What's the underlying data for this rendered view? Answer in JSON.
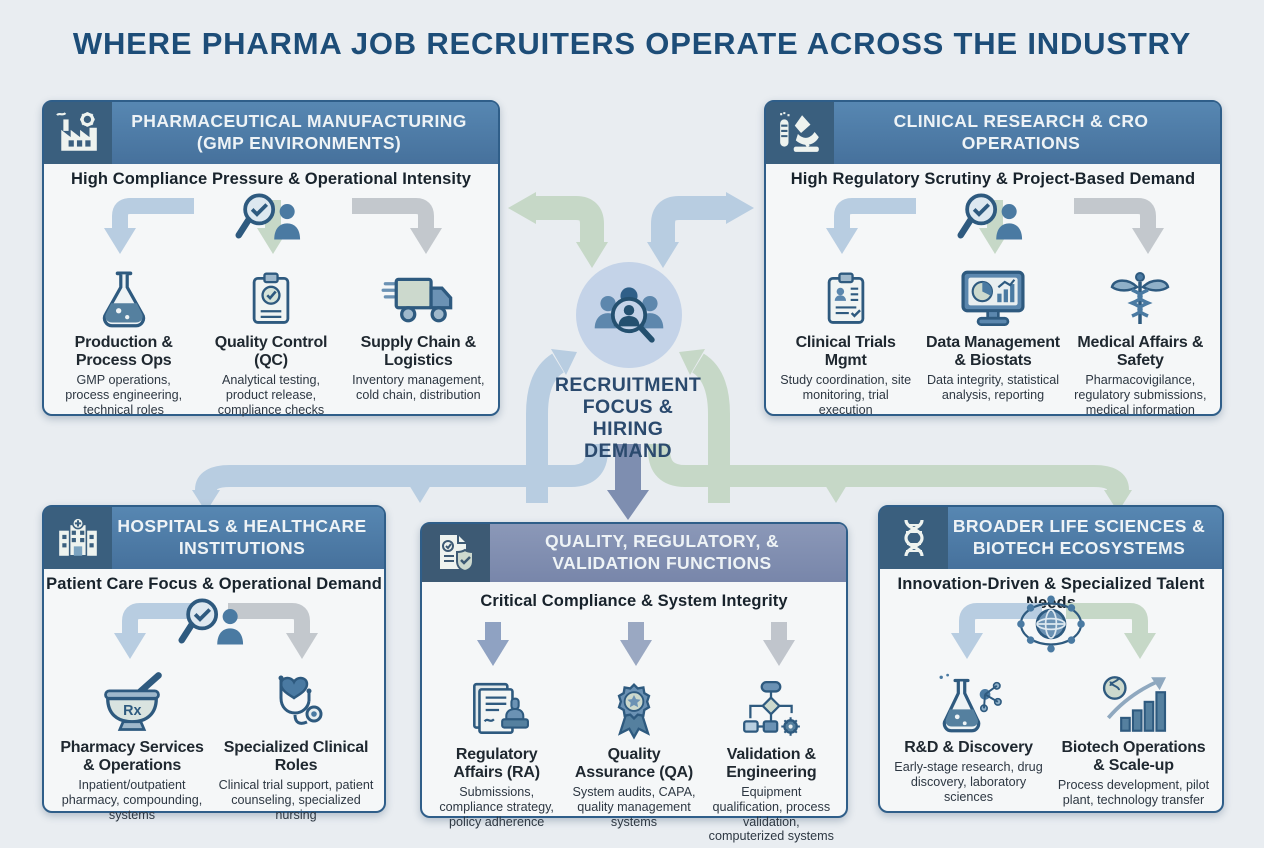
{
  "title": "WHERE PHARMA JOB RECRUITERS OPERATE ACROSS THE INDUSTRY",
  "colors": {
    "background": "#e9edf1",
    "title_text": "#1d4d78",
    "box_border": "#2f5e89",
    "header_blue": "#4d7aa5",
    "header_slate": "#8290b2",
    "icon_tile": "#3a5f7e",
    "arrow_blue": "#b8cde1",
    "arrow_green": "#c6d8c7",
    "arrow_gray": "#c3c8cd",
    "arrow_slate": "#7e8eb0",
    "hub_circle": "#c4d3e8"
  },
  "center": {
    "icon": "people-magnifier-icon",
    "label": "RECRUITMENT FOCUS & HIRING DEMAND"
  },
  "sections": [
    {
      "id": "pharmaceutical-manufacturing",
      "header": "PHARMACEUTICAL MANUFACTURING (GMP ENVIRONMENTS)",
      "header_icon": "factory-icon",
      "subtitle": "High Compliance Pressure & Operational Intensity",
      "cluster_icon": "magnifier-check-person-icon",
      "items": [
        {
          "icon": "flask-icon",
          "title": "Production & Process Ops",
          "desc": "GMP operations, process engineering, technical roles"
        },
        {
          "icon": "clipboard-check-icon",
          "title": "Quality Control (QC)",
          "desc": "Analytical testing, product release, compliance checks"
        },
        {
          "icon": "truck-icon",
          "title": "Supply Chain & Logistics",
          "desc": "Inventory management, cold chain, distribution"
        }
      ]
    },
    {
      "id": "clinical-research-cro",
      "header": "CLINICAL RESEARCH & CRO OPERATIONS",
      "header_icon": "microscope-icon",
      "subtitle": "High Regulatory Scrutiny & Project-Based Demand",
      "cluster_icon": "magnifier-check-person-icon",
      "items": [
        {
          "icon": "clipboard-person-icon",
          "title": "Clinical Trials Mgmt",
          "desc": "Study coordination, site monitoring, trial execution"
        },
        {
          "icon": "monitor-chart-icon",
          "title": "Data Management & Biostats",
          "desc": "Data integrity, statistical analysis, reporting"
        },
        {
          "icon": "caduceus-icon",
          "title": "Medical Affairs & Safety",
          "desc": "Pharmacovigilance, regulatory submissions, medical information"
        }
      ]
    },
    {
      "id": "hospitals-healthcare",
      "header": "HOSPITALS & HEALTHCARE INSTITUTIONS",
      "header_icon": "hospital-icon",
      "subtitle": "Patient Care Focus & Operational Demand",
      "cluster_icon": "magnifier-check-person-icon",
      "items": [
        {
          "icon": "mortar-pestle-icon",
          "title": "Pharmacy Services & Operations",
          "desc": "Inpatient/outpatient pharmacy, compounding, systems"
        },
        {
          "icon": "stethoscope-heart-icon",
          "title": "Specialized Clinical Roles",
          "desc": "Clinical trial support, patient counseling, specialized nursing"
        }
      ]
    },
    {
      "id": "quality-regulatory-validation",
      "header": "QUALITY, REGULATORY, & VALIDATION FUNCTIONS",
      "header_icon": "document-shield-icon",
      "subtitle": "Critical Compliance & System Integrity",
      "cluster_icon": null,
      "items": [
        {
          "icon": "document-stamp-icon",
          "title": "Regulatory Affairs (RA)",
          "desc": "Submissions, compliance strategy, policy adherence"
        },
        {
          "icon": "quality-badge-icon",
          "title": "Quality Assurance (QA)",
          "desc": "System audits, CAPA, quality management systems"
        },
        {
          "icon": "flowchart-gear-icon",
          "title": "Validation & Engineering",
          "desc": "Equipment qualification, process validation, computerized systems"
        }
      ]
    },
    {
      "id": "life-sciences-biotech",
      "header": "BROADER LIFE SCIENCES & BIOTECH ECOSYSTEMS",
      "header_icon": "dna-icon",
      "subtitle": "Innovation-Driven & Specialized Talent Needs",
      "cluster_icon": "globe-network-icon",
      "items": [
        {
          "icon": "flask-molecule-icon",
          "title": "R&D & Discovery",
          "desc": "Early-stage research, drug discovery, laboratory sciences"
        },
        {
          "icon": "growth-chart-icon",
          "title": "Biotech Operations & Scale-up",
          "desc": "Process development, pilot plant, technology transfer"
        }
      ]
    }
  ]
}
